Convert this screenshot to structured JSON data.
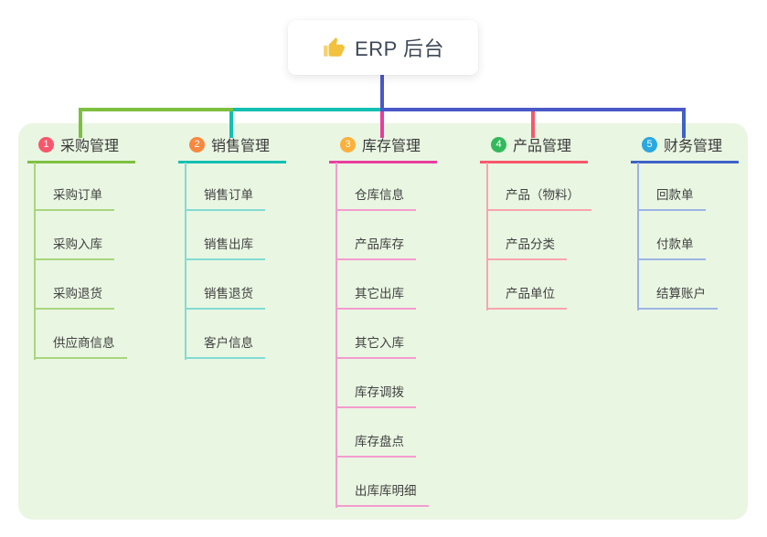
{
  "root": {
    "label": "ERP 后台",
    "icon": "thumbs-up",
    "icon_color": "#f2c13d",
    "line_color": "#4a58c8"
  },
  "panel": {
    "background_color": "#e9f6e2"
  },
  "branches": [
    {
      "number": "1",
      "label": "采购管理",
      "colors": {
        "badge": "#f8566c",
        "line": "#7dbf3f",
        "child_line": "#a9d67e"
      },
      "children": [
        "采购订单",
        "采购入库",
        "采购退货",
        "供应商信息"
      ]
    },
    {
      "number": "2",
      "label": "销售管理",
      "colors": {
        "badge": "#f8883f",
        "line": "#12bfb2",
        "child_line": "#83dbd3"
      },
      "children": [
        "销售订单",
        "销售出库",
        "销售退货",
        "客户信息"
      ]
    },
    {
      "number": "3",
      "label": "库存管理",
      "colors": {
        "badge": "#fbb03b",
        "line": "#e83e9e",
        "child_line": "#f49cce"
      },
      "children": [
        "仓库信息",
        "产品库存",
        "其它出库",
        "其它入库",
        "库存调拨",
        "库存盘点",
        "出库库明细"
      ]
    },
    {
      "number": "4",
      "label": "产品管理",
      "colors": {
        "badge": "#33b95c",
        "line": "#f8566c",
        "child_line": "#faa4ae"
      },
      "children": [
        "产品（物料）",
        "产品分类",
        "产品单位"
      ]
    },
    {
      "number": "5",
      "label": "财务管理",
      "colors": {
        "badge": "#2aa8e0",
        "line": "#4061c9",
        "child_line": "#9cb4e4"
      },
      "children": [
        "回款单",
        "付款单",
        "结算账户"
      ]
    }
  ]
}
